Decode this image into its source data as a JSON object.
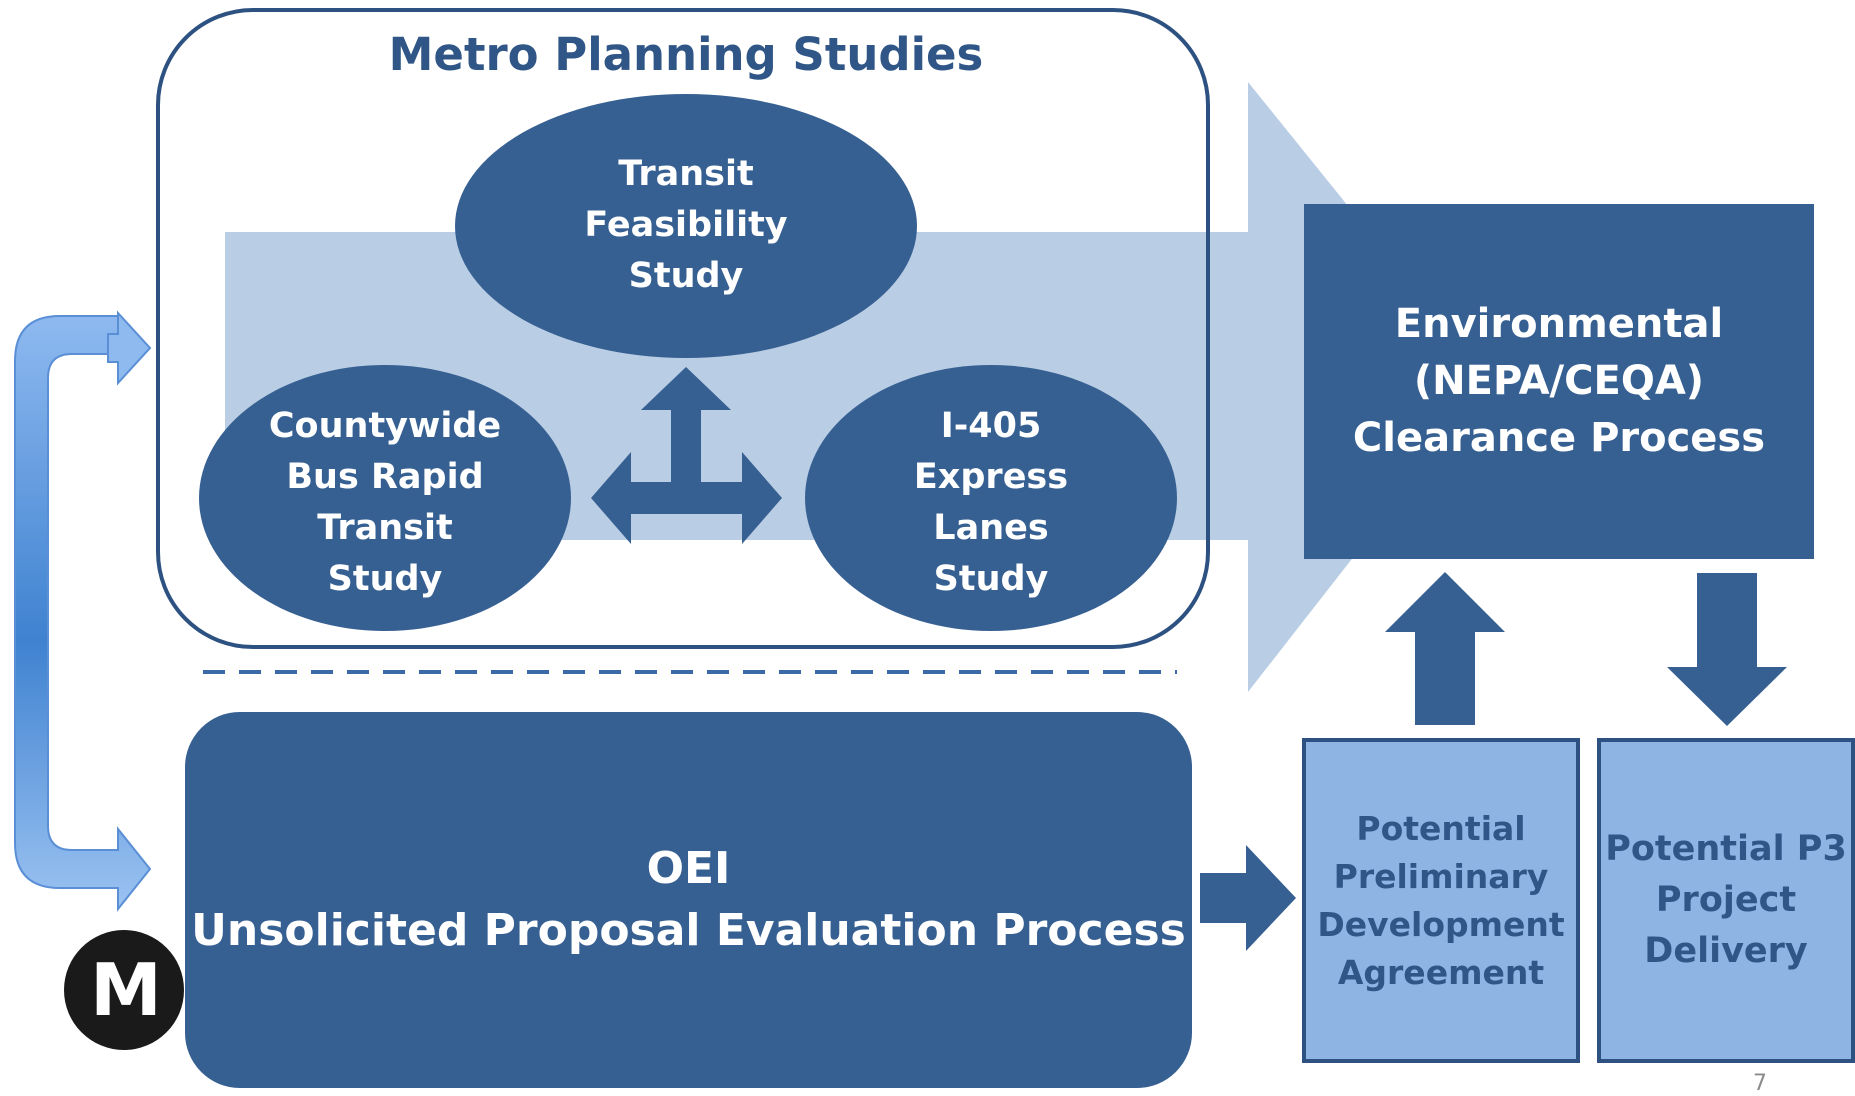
{
  "metro_planning": {
    "title": "Metro Planning Studies",
    "transit_feasibility": "Transit\nFeasibility\nStudy",
    "countywide_brt": "Countywide\nBus Rapid\nTransit\nStudy",
    "i405": "I-405\nExpress\nLanes\nStudy"
  },
  "environmental": {
    "label": "Environmental\n(NEPA/CEQA)\nClearance Process"
  },
  "oei": {
    "label": "OEI\nUnsolicited Proposal Evaluation Process"
  },
  "ppda": {
    "label": "Potential\nPreliminary\nDevelopment\nAgreement"
  },
  "p3": {
    "label": "Potential P3\nProject\nDelivery"
  },
  "logo": {
    "letter": "M"
  },
  "page_number": "7",
  "colors": {
    "primary": "#376092",
    "light_arrow": "#b9cde5",
    "light_box": "#8eb4e3",
    "title_text": "#2f5686",
    "outline": "#2d5281"
  }
}
